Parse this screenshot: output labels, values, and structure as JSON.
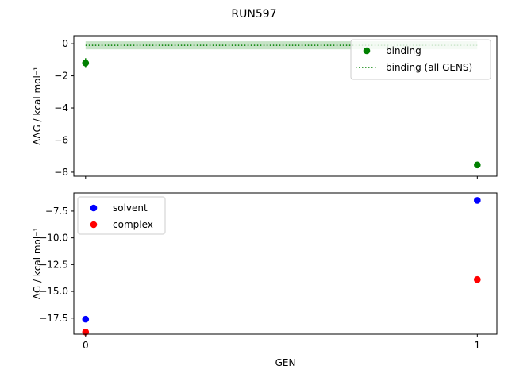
{
  "figure": {
    "suptitle": "RUN597"
  },
  "chart_data": [
    {
      "type": "scatter",
      "panel": "top",
      "ylabel": "ΔΔG / kcal mol⁻¹",
      "xlabel": "",
      "x_ticks": [
        0,
        1
      ],
      "x_tick_labels": [
        "",
        ""
      ],
      "xlim": [
        -0.03,
        1.05
      ],
      "ylim": [
        -8.25,
        0.5
      ],
      "y_ticks": [
        0,
        -2,
        -4,
        -6,
        -8
      ],
      "y_tick_labels": [
        "0",
        "−2",
        "−4",
        "−6",
        "−8"
      ],
      "series": [
        {
          "name": "binding",
          "kind": "errorbar",
          "color": "#008000",
          "points": [
            {
              "x": 0,
              "y": -1.2,
              "err": 0.3
            },
            {
              "x": 1,
              "y": -7.55,
              "err": 0.2
            }
          ]
        },
        {
          "name": "binding (all GENS)",
          "kind": "hline",
          "color": "#008000",
          "y": -0.1,
          "band": [
            -0.35,
            0.15
          ],
          "x_range": [
            0,
            1
          ]
        }
      ],
      "legend": {
        "position": "top-right",
        "entries": [
          "binding",
          "binding (all GENS)"
        ]
      }
    },
    {
      "type": "scatter",
      "panel": "bottom",
      "ylabel": "ΔG / kcal mol⁻¹",
      "xlabel": "GEN",
      "x_ticks": [
        0,
        1
      ],
      "x_tick_labels": [
        "0",
        "1"
      ],
      "xlim": [
        -0.03,
        1.05
      ],
      "ylim": [
        -19.0,
        -5.8
      ],
      "y_ticks": [
        -7.5,
        -10.0,
        -12.5,
        -15.0,
        -17.5
      ],
      "y_tick_labels": [
        "−7.5",
        "−10.0",
        "−12.5",
        "−15.0",
        "−17.5"
      ],
      "series": [
        {
          "name": "solvent",
          "color": "#0000ff",
          "points": [
            {
              "x": 0,
              "y": -17.6
            },
            {
              "x": 1,
              "y": -6.5
            }
          ]
        },
        {
          "name": "complex",
          "color": "#ff0000",
          "points": [
            {
              "x": 0,
              "y": -18.8
            },
            {
              "x": 1,
              "y": -13.9
            }
          ]
        }
      ],
      "legend": {
        "position": "top-left",
        "entries": [
          "solvent",
          "complex"
        ]
      }
    }
  ]
}
